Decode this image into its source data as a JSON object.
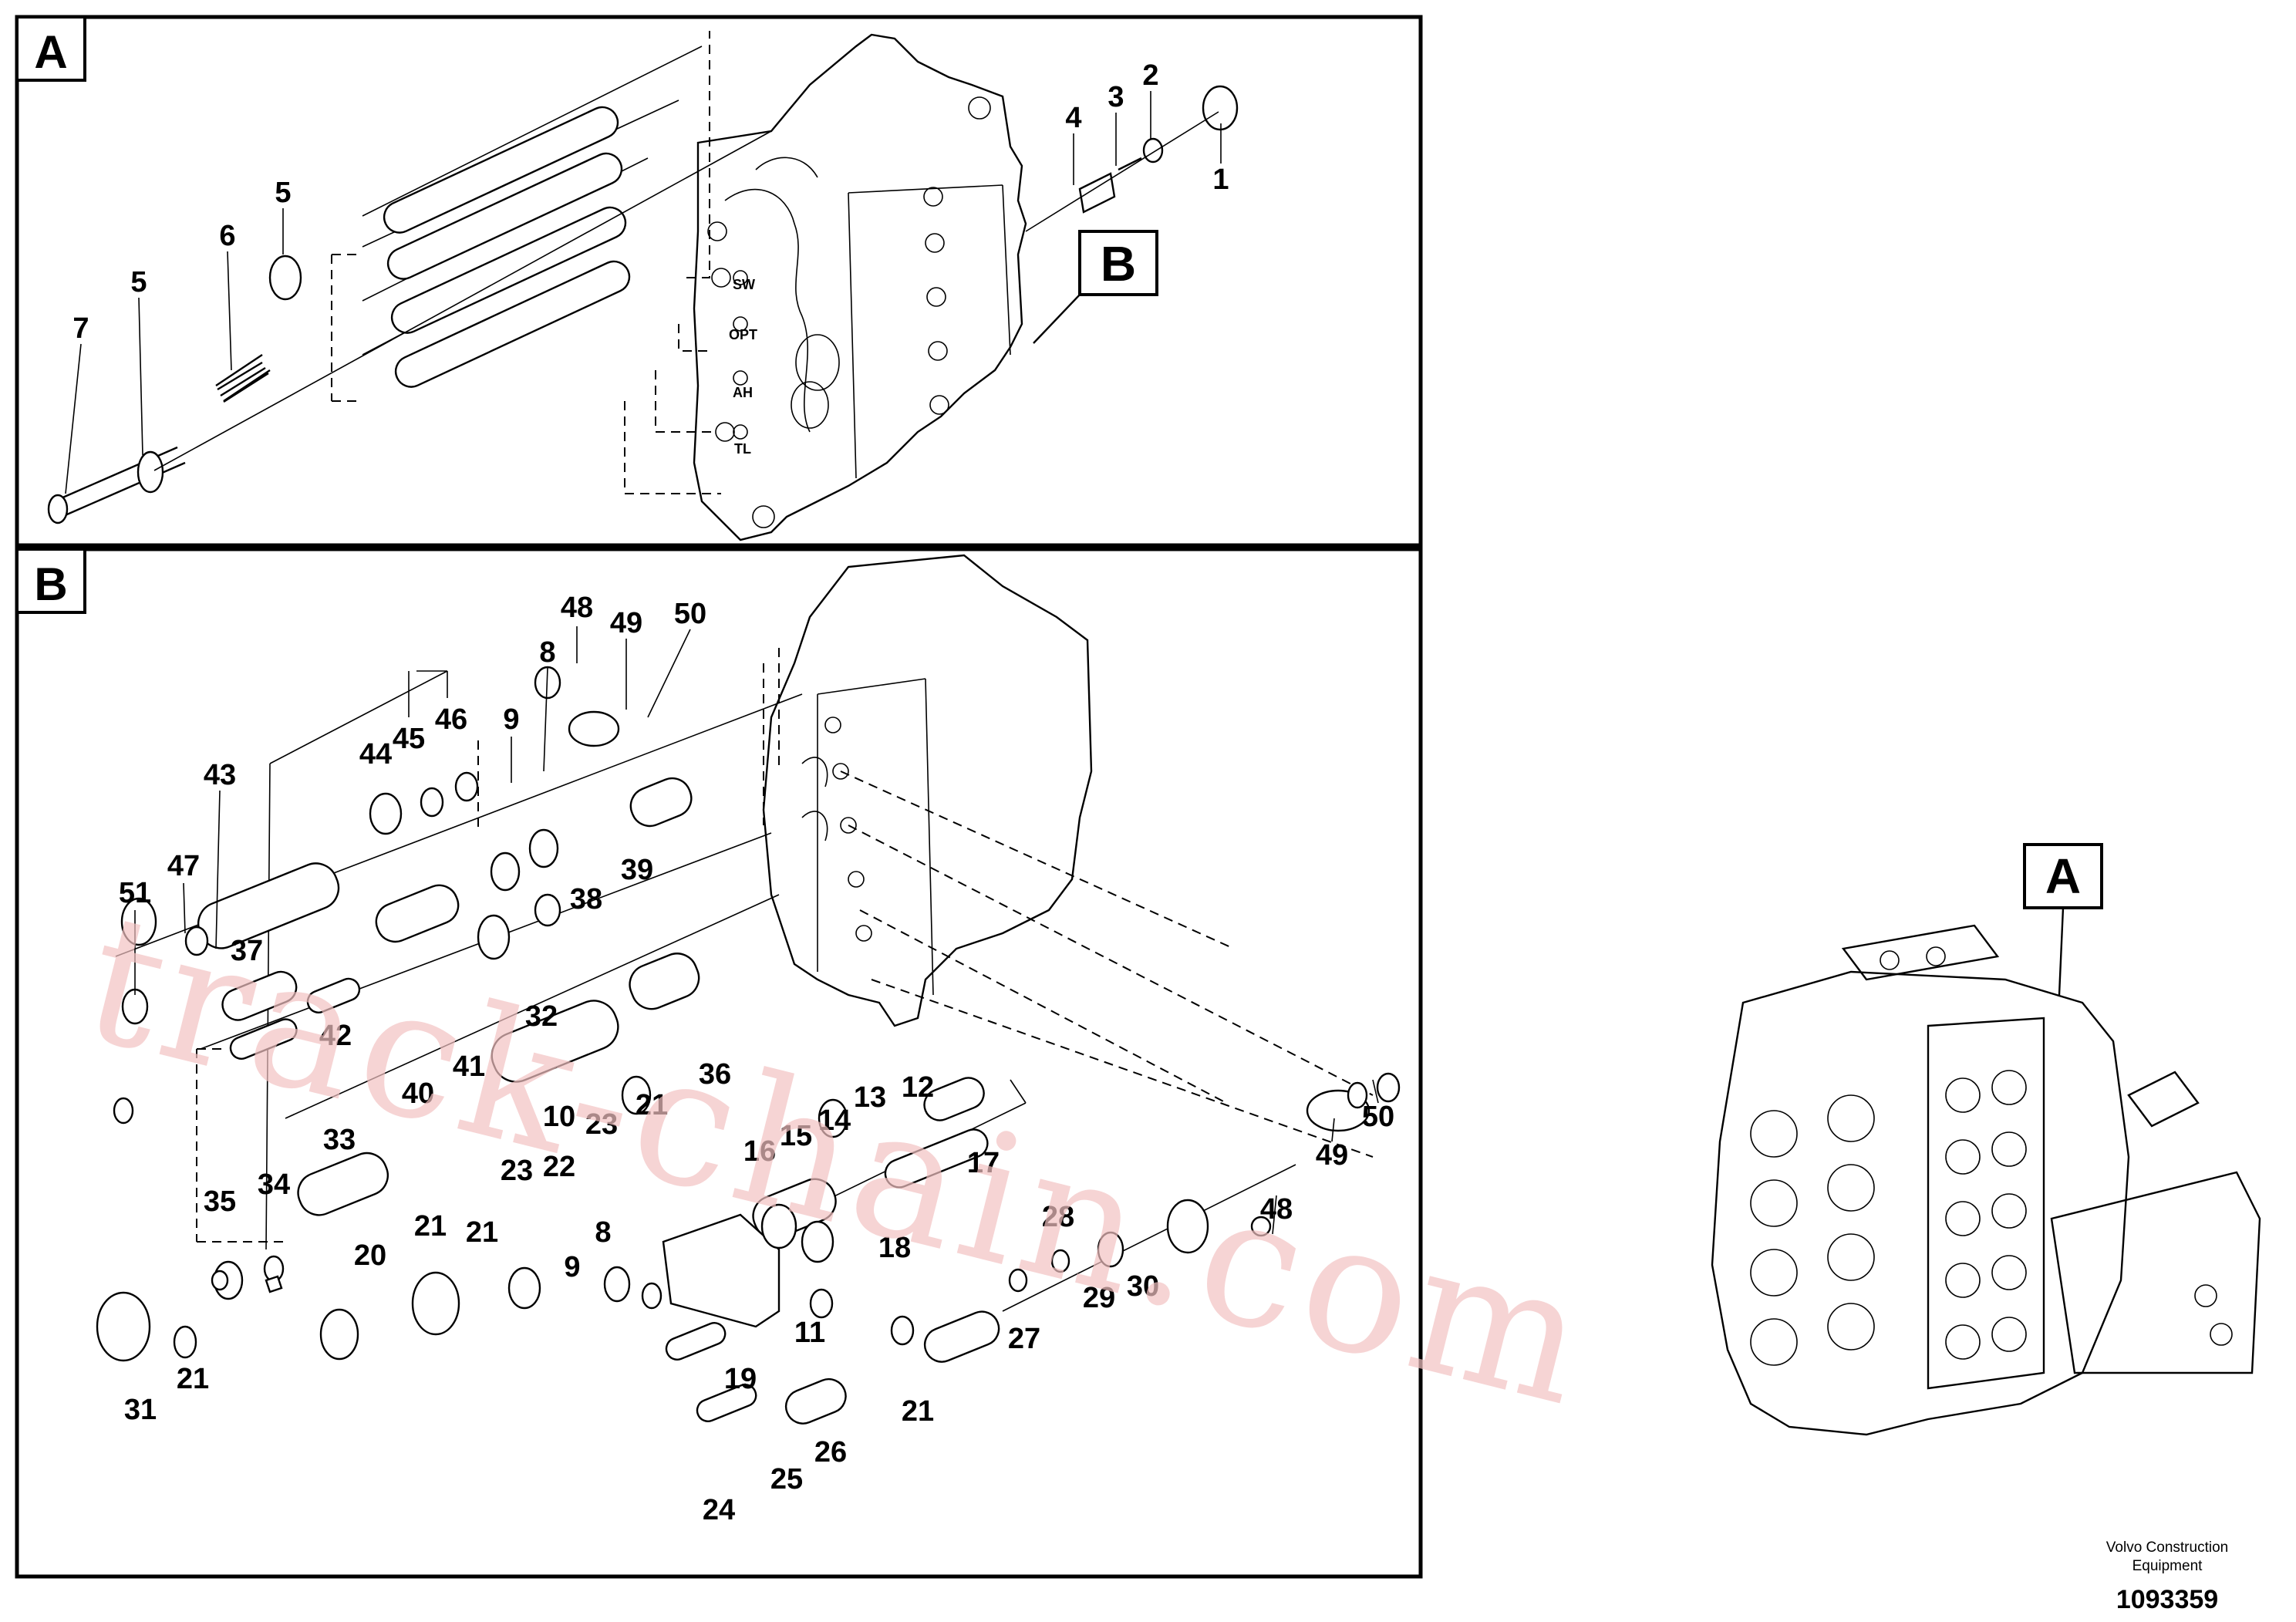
{
  "panels": [
    {
      "id": "A",
      "letter": "A"
    },
    {
      "id": "B",
      "letter": "B"
    }
  ],
  "callouts": {
    "panel_b_ref": "B",
    "overview_ref": "A"
  },
  "port_marks": [
    "SW",
    "OPT",
    "AH",
    "TL"
  ],
  "footer": {
    "company": "Volvo Construction",
    "company_line2": "Equipment",
    "drawing_number": "1093359"
  },
  "watermark": "track-chain.com",
  "panel_a_labels": [
    "1",
    "2",
    "3",
    "4",
    "5",
    "5",
    "6",
    "7"
  ],
  "panel_b_labels": [
    "8",
    "8",
    "9",
    "9",
    "10",
    "11",
    "12",
    "13",
    "14",
    "15",
    "16",
    "17",
    "18",
    "19",
    "20",
    "21",
    "21",
    "21",
    "21",
    "21",
    "22",
    "23",
    "23",
    "24",
    "25",
    "26",
    "27",
    "28",
    "29",
    "30",
    "31",
    "32",
    "33",
    "34",
    "35",
    "36",
    "37",
    "38",
    "39",
    "40",
    "41",
    "42",
    "43",
    "44",
    "45",
    "46",
    "47",
    "48",
    "48",
    "49",
    "49",
    "50",
    "50",
    "51"
  ],
  "colors": {
    "line": "#000000",
    "watermark": "#f2c2c2",
    "background": "#ffffff"
  }
}
